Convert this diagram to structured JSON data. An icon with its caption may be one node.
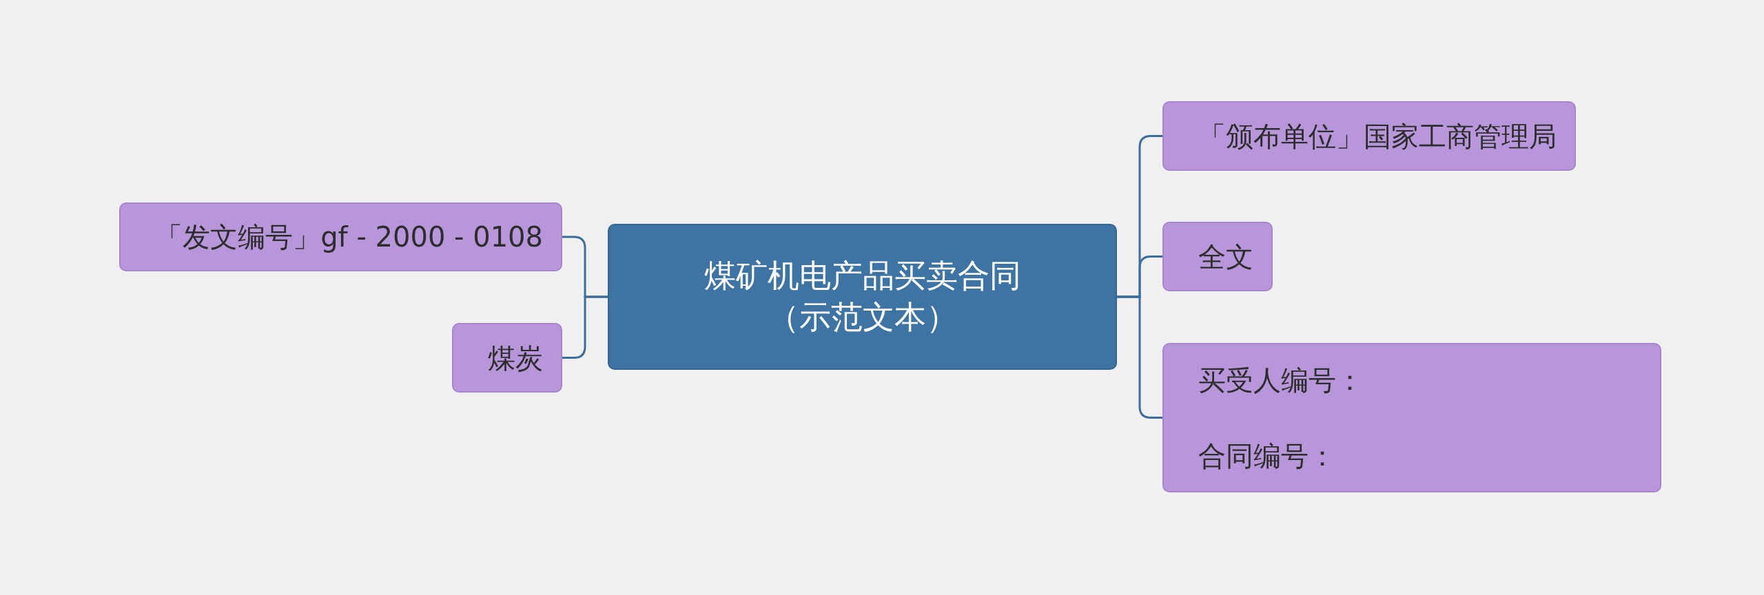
{
  "diagram": {
    "nodes": [
      {
        "text": [
          "煤矿机电产品买卖合同（示范文本）"
        ]
      },
      {
        "text": [
          "「发文编号」gf - 2000 - 0108"
        ]
      },
      {
        "text": [
          "煤炭"
        ]
      },
      {
        "text": [
          "「颁布单位」国家工商管理局"
        ]
      },
      {
        "text": [
          "全文"
        ]
      },
      {
        "text": [
          "买受人编号：",
          "合同编号："
        ]
      }
    ],
    "edges": [
      {
        "from": 0,
        "to": 1,
        "arrow": "none"
      },
      {
        "from": 0,
        "to": 2,
        "arrow": "none"
      },
      {
        "from": 0,
        "to": 3,
        "arrow": "none"
      },
      {
        "from": 0,
        "to": 4,
        "arrow": "none"
      },
      {
        "from": 0,
        "to": 5,
        "arrow": "none"
      }
    ]
  }
}
